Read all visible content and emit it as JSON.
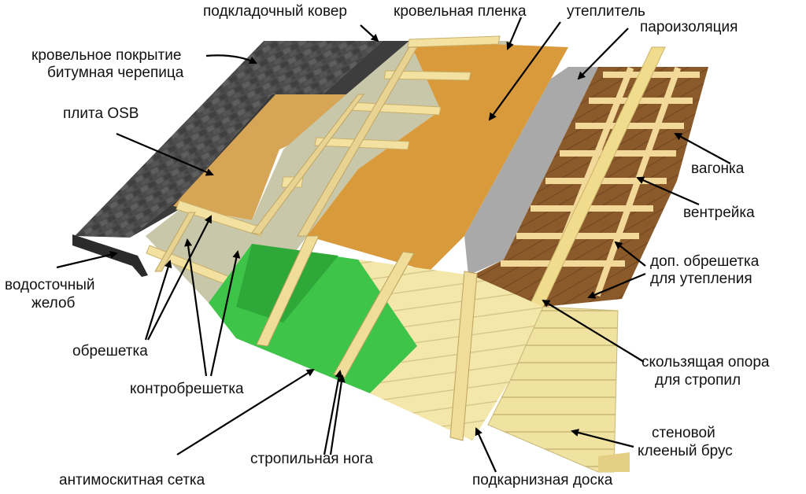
{
  "labels": {
    "podkladochny_kover": "подкладочный ковер",
    "krovelnaya_plenka": "кровельная пленка",
    "uteplitel": "утеплитель",
    "paroizolyaciya": "пароизоляция",
    "krovelnoe_1": "кровельное покрытие",
    "krovelnoe_2": "битумная черепица",
    "plita_osb": "плита OSB",
    "vagonka": "вагонка",
    "ventreyka": "вентрейка",
    "dop_obreshetka_1": "доп. обрешетка",
    "dop_obreshetka_2": "для утепления",
    "vodostochny_1": "водосточный",
    "vodostochny_2": "желоб",
    "obreshetka": "обрешетка",
    "kontrobreshetka": "контробрешетка",
    "skolzyaschaya_1": "скользящая опора",
    "skolzyaschaya_2": "для стропил",
    "stenovoy_1": "стеновой",
    "stenovoy_2": "клееный брус",
    "stropilnaya_noga": "стропильная нога",
    "antimoskitnaya_setka": "антимоскитная сетка",
    "podkarniznaya_doska": "подкарнизная доска"
  },
  "colors": {
    "shingle": "#4a4a4a",
    "osb": "#d9a85a",
    "membrane": "#c9c8ad",
    "insulation": "#d89a3c",
    "vapor": "#a8a8a8",
    "wood_light": "#f3e6a6",
    "wood_dark": "#8a5a2b",
    "mesh": "#3fc44a",
    "arrow": "#000000"
  }
}
